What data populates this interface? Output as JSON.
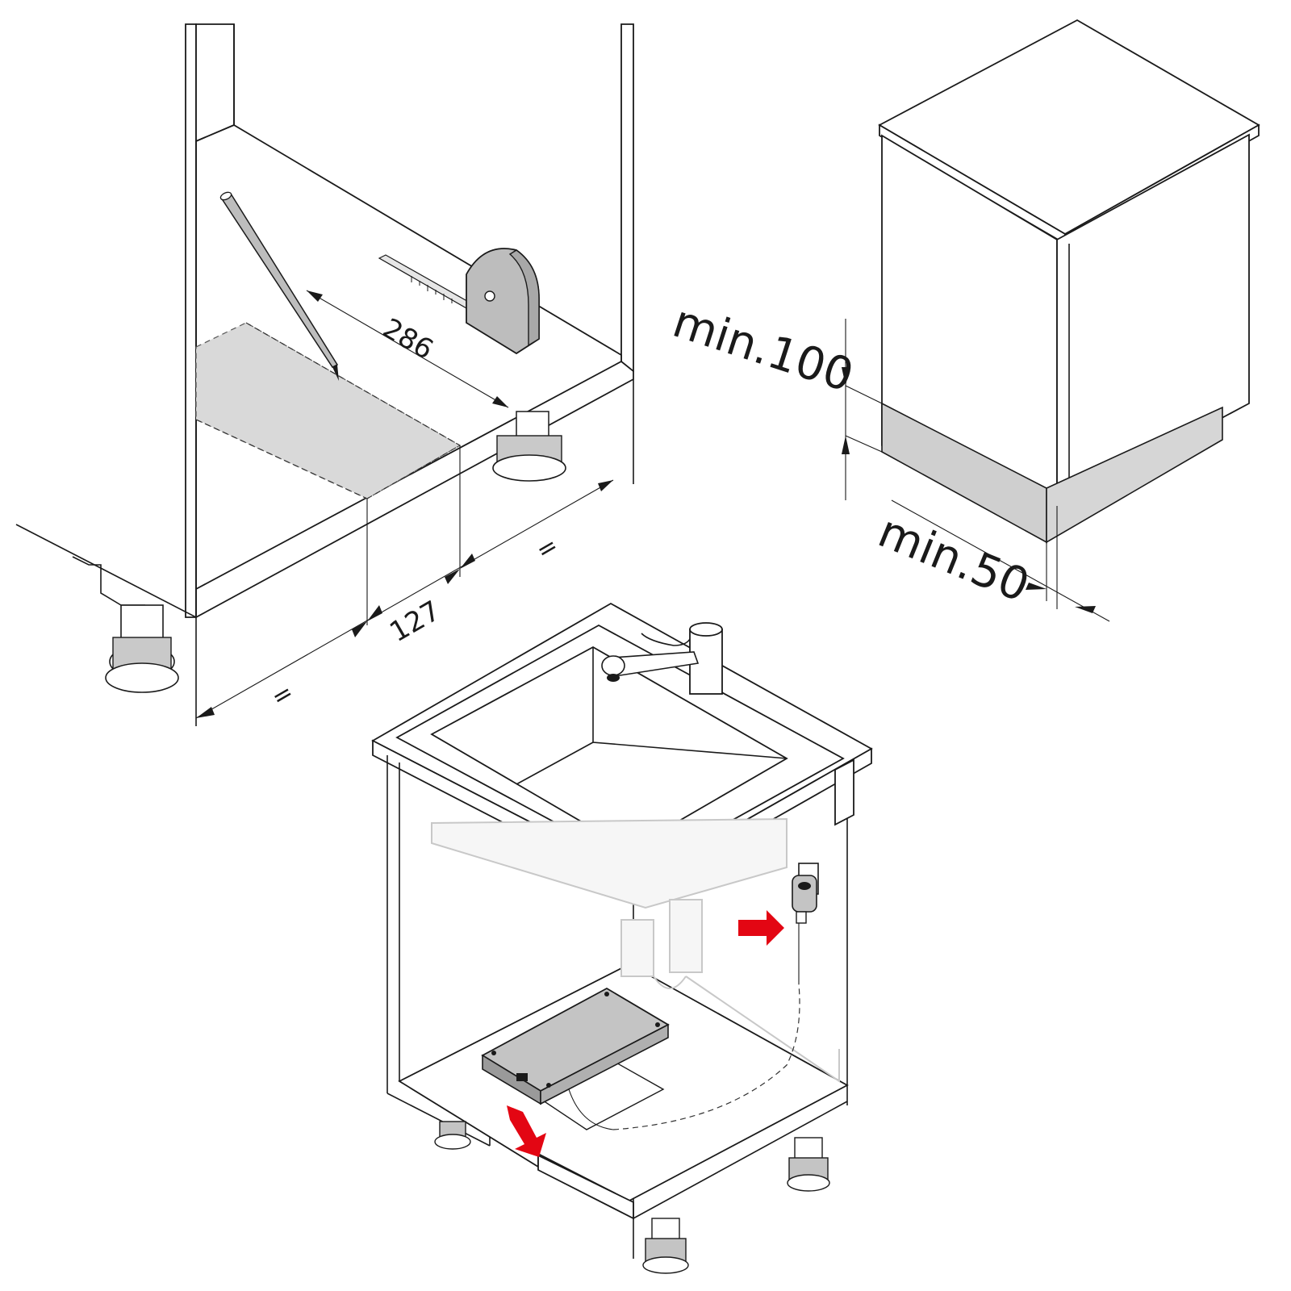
{
  "dimensions": {
    "cutout_depth": "286",
    "cutout_width": "127",
    "equal_left": "=",
    "equal_right": "=",
    "plinth_height": "min.100",
    "plinth_setback": "min.50"
  },
  "colors": {
    "line": "#1a1a1a",
    "cutout_fill": "#d9d9d9",
    "plinth_fill": "#cfcfcf",
    "arrow_red": "#e30613",
    "ghost": "#c8c8c8"
  },
  "icons": [
    "pencil-icon",
    "tape-measure-icon",
    "plug-adapter-icon",
    "red-arrow-icon"
  ]
}
